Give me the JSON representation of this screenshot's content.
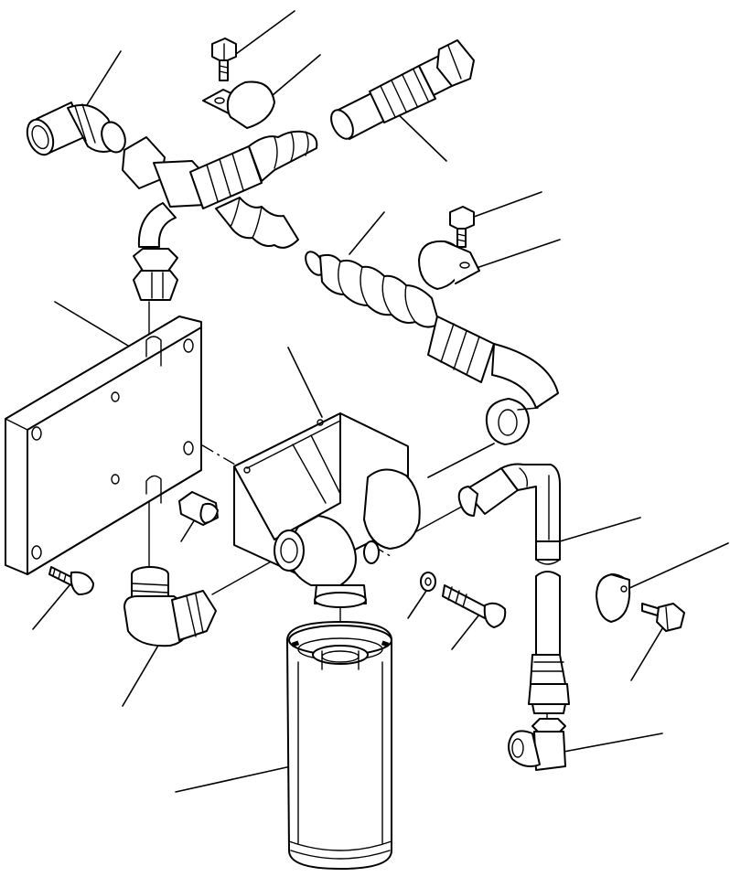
{
  "diagram": {
    "kind": "exploded-parts-view",
    "parts": [
      {
        "id": "elbow-fitting-upper-left",
        "icon": "elbow-fitting-icon"
      },
      {
        "id": "bolt-upper",
        "icon": "bolt-icon"
      },
      {
        "id": "clamp-upper",
        "icon": "hose-clamp-icon"
      },
      {
        "id": "hose-upper",
        "icon": "hose-icon"
      },
      {
        "id": "bolt-mid-right",
        "icon": "bolt-icon"
      },
      {
        "id": "clamp-mid-right",
        "icon": "hose-clamp-icon"
      },
      {
        "id": "hose-long",
        "icon": "hose-icon"
      },
      {
        "id": "mounting-plate",
        "icon": "plate-icon"
      },
      {
        "id": "filter-head-bracket",
        "icon": "filter-head-icon"
      },
      {
        "id": "bolt-plate-a",
        "icon": "bolt-icon"
      },
      {
        "id": "bolt-plate-b",
        "icon": "bolt-icon"
      },
      {
        "id": "elbow-fitting-lower",
        "icon": "elbow-fitting-icon"
      },
      {
        "id": "washer",
        "icon": "washer-icon"
      },
      {
        "id": "bolt-head",
        "icon": "bolt-icon"
      },
      {
        "id": "hose-vertical",
        "icon": "hose-icon"
      },
      {
        "id": "clamp-right",
        "icon": "hose-clamp-icon"
      },
      {
        "id": "bolt-right",
        "icon": "bolt-icon"
      },
      {
        "id": "elbow-fitting-lower-right",
        "icon": "elbow-fitting-icon"
      },
      {
        "id": "filter-cartridge",
        "icon": "filter-cartridge-icon"
      }
    ],
    "leader_count": 19,
    "colors": {
      "ink": "#000000",
      "paper": "#ffffff"
    }
  }
}
